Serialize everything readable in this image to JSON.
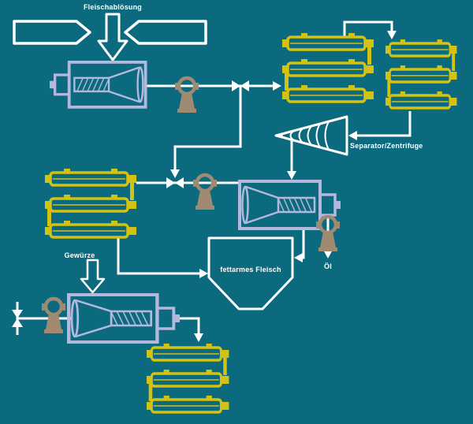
{
  "diagram": {
    "labels": {
      "feed_input": "Fleischablösung",
      "spices": "Gewürze",
      "separator": "Separator/Zentrifuge",
      "tank": "fettarmes Fleisch",
      "oil_output": "Öl"
    },
    "colors": {
      "background": "#0c6a7f",
      "pipe": "#ffffff",
      "heat_exchanger": "#d3c211",
      "machine": "#b4b8dc",
      "pump": "#a08a72"
    }
  }
}
